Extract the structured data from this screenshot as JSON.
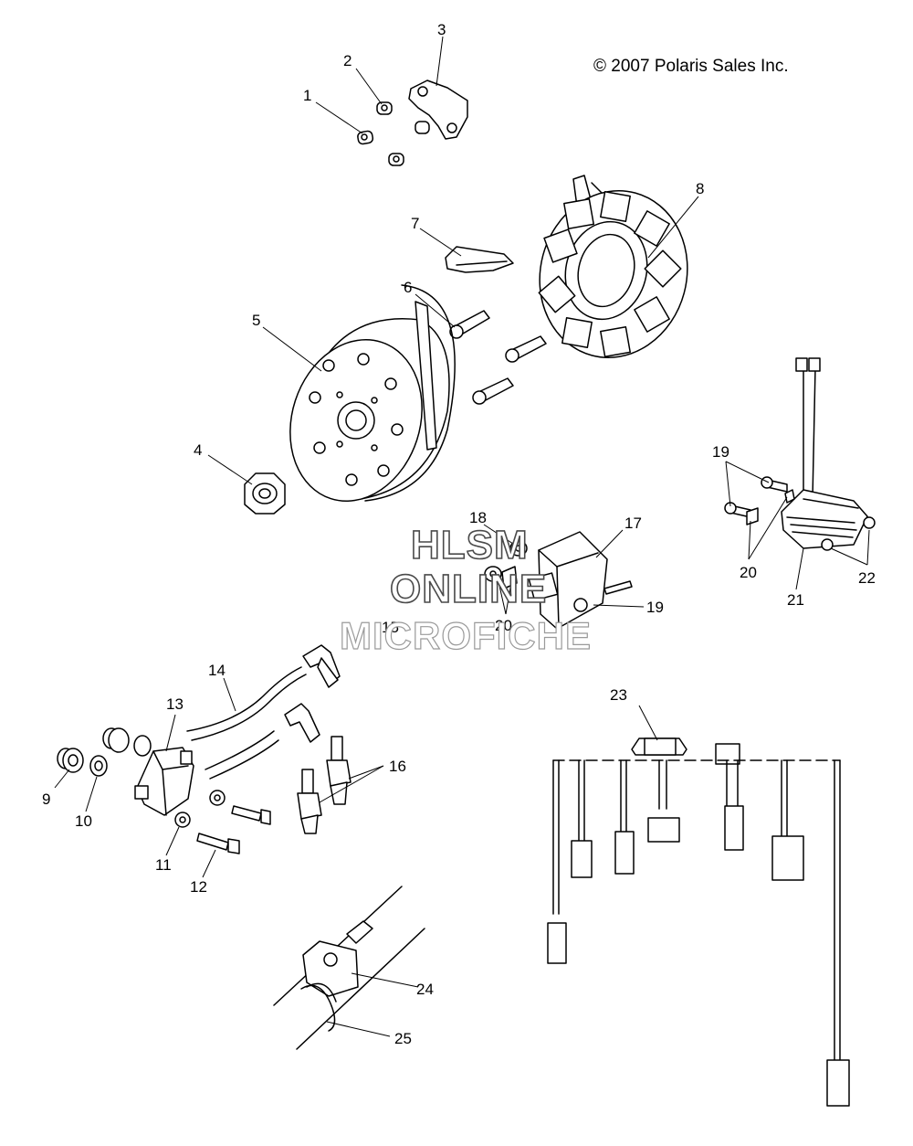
{
  "copyright": "© 2007 Polaris Sales Inc.",
  "watermark": {
    "line1": "HLSM",
    "line2": "ONLINE",
    "line3": "MICROFICHE"
  },
  "callouts": [
    "1",
    "2",
    "3",
    "4",
    "5",
    "6",
    "7",
    "8",
    "9",
    "10",
    "11",
    "12",
    "13",
    "14",
    "15",
    "16",
    "17",
    "18",
    "19",
    "19",
    "20",
    "20",
    "21",
    "22",
    "23",
    "24",
    "25"
  ]
}
